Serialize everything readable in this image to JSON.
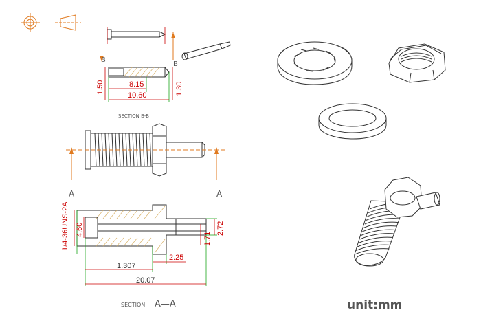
{
  "labels": {
    "section_bb": "SECTION B-B",
    "section_aa_prefix": "SECTION",
    "section_aa_letters": "A—A",
    "cut_b_left": "B",
    "cut_b_right": "B",
    "cut_a_left": "A",
    "cut_a_right": "A",
    "unit": "unit:mm"
  },
  "dimensions": {
    "d_8_15": "8.15",
    "d_10_60": "10.60",
    "d_1_50": "1.50",
    "d_1_30": "1.30",
    "thread": "1/4-36UNS-2A",
    "d_4_60": "4.60",
    "d_2_72": "2.72",
    "d_1_71": "1.71",
    "d_2_25": "2.25",
    "d_1_307": "1.307",
    "d_20_07": "20.07"
  },
  "colors": {
    "dimension": "#cc0000",
    "extension": "#1aa51a",
    "cut_arrow": "#e07a1f",
    "outline": "#333333"
  }
}
